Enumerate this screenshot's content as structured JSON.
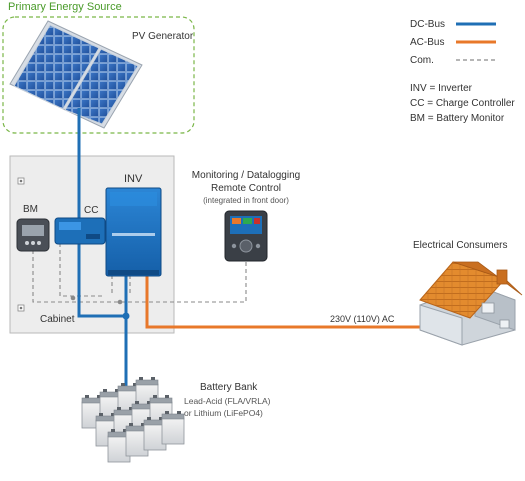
{
  "labels": {
    "primary_energy_source": "Primary Energy Source",
    "pv_generator": "PV Generator",
    "inv": "INV",
    "cc": "CC",
    "bm": "BM",
    "cabinet": "Cabinet",
    "monitoring_line1": "Monitoring / Datalogging",
    "monitoring_line2": "Remote Control",
    "monitoring_line3": "(integrated in front door)",
    "electrical_consumers": "Electrical Consumers",
    "ac_voltage": "230V (110V) AC",
    "battery_bank": "Battery Bank",
    "battery_line2": "Lead-Acid (FLA/VRLA)",
    "battery_line3": "or Lithium (LiFePO4)"
  },
  "legend": {
    "items": [
      {
        "label": "DC-Bus",
        "color": "#1f6fb5",
        "style": "solid"
      },
      {
        "label": "AC-Bus",
        "color": "#e8782a",
        "style": "solid"
      },
      {
        "label": "Com.",
        "color": "#8a8a8a",
        "style": "dashed"
      }
    ],
    "abbreviations": [
      "INV = Inverter",
      "CC = Charge Controller",
      "BM = Battery Monitor"
    ]
  },
  "colors": {
    "dc_bus": "#1f6fb5",
    "ac_bus": "#e8782a",
    "com": "#8a8a8a",
    "primary_source_border": "#7ab648",
    "primary_source_text": "#4a9b2a",
    "cabinet_fill": "#ededed",
    "device_blue": "#1d6fb8",
    "roof": "#e38b2e"
  },
  "icons": [
    "pv-panel-icon",
    "inverter-icon",
    "charge-controller-icon",
    "battery-monitor-icon",
    "remote-panel-icon",
    "house-icon",
    "battery-icon",
    "screw-icon"
  ]
}
